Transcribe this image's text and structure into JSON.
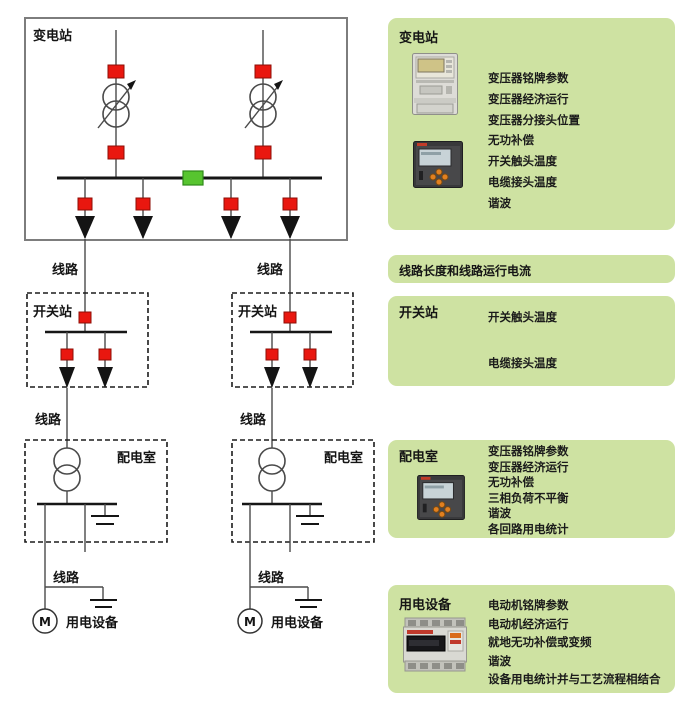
{
  "diagram": {
    "substation_label": "变电站",
    "line_label": "线路",
    "switch_station_label": "开关站",
    "distribution_room_label": "配电室",
    "motor_label": "M",
    "load_equipment_label": "用电设备"
  },
  "colors": {
    "panel_bg": "#cee2a2",
    "breaker_red": "#e9170f",
    "bus_coupler_green": "#57c42f",
    "wire_gray": "#4a4a4a",
    "station_border_gray": "#7d7d7d"
  },
  "panels": {
    "substation": {
      "title": "变电站",
      "items": [
        "变压器铭牌参数",
        "变压器经济运行",
        "变压器分接头位置",
        "无功补偿",
        "开关触头温度",
        "电缆接头温度",
        "谐波"
      ]
    },
    "line_info": {
      "text": "线路长度和线路运行电流"
    },
    "switch_station": {
      "title": "开关站",
      "items": [
        "开关触头温度",
        "电缆接头温度"
      ]
    },
    "distribution_room": {
      "title": "配电室",
      "items": [
        "变压器铭牌参数",
        "变压器经济运行",
        "无功补偿",
        "三相负荷不平衡",
        "谐波",
        "各回路用电统计"
      ]
    },
    "load_equipment": {
      "title": "用电设备",
      "items": [
        "电动机铭牌参数",
        "电动机经济运行",
        "就地无功补偿或变频",
        "谐波",
        "设备用电统计并与工艺流程相结合"
      ]
    }
  },
  "devices": {
    "three_phase_meter": "three-phase-energy-meter",
    "panel_meter": "lcd-panel-power-meter",
    "din_rail_meter": "din-rail-energy-meter"
  }
}
